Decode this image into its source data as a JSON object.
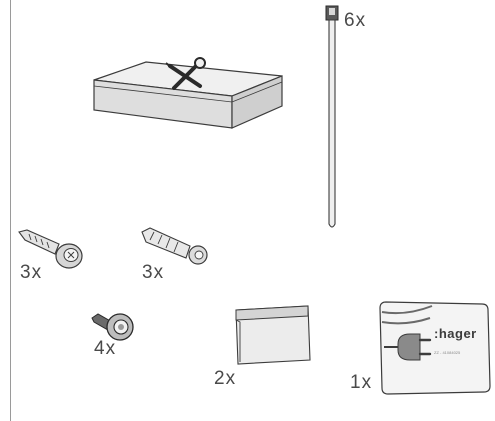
{
  "contents": {
    "tool_box": {
      "icon": "tools-icon"
    },
    "cable_ties": {
      "quantity": "6x"
    },
    "wall_screws": {
      "quantity": "3x"
    },
    "wall_plugs": {
      "quantity": "3x"
    },
    "mounting_screws": {
      "quantity": "4x"
    },
    "covers": {
      "quantity": "2x"
    },
    "rfid_card": {
      "quantity": "1x",
      "brand": ":hager",
      "code": "ZZ - 41084025"
    }
  },
  "colors": {
    "line": "#3c3c3c",
    "fill_light": "#ececec",
    "fill_mid": "#d4d4d4",
    "text": "#4a4a4a"
  }
}
